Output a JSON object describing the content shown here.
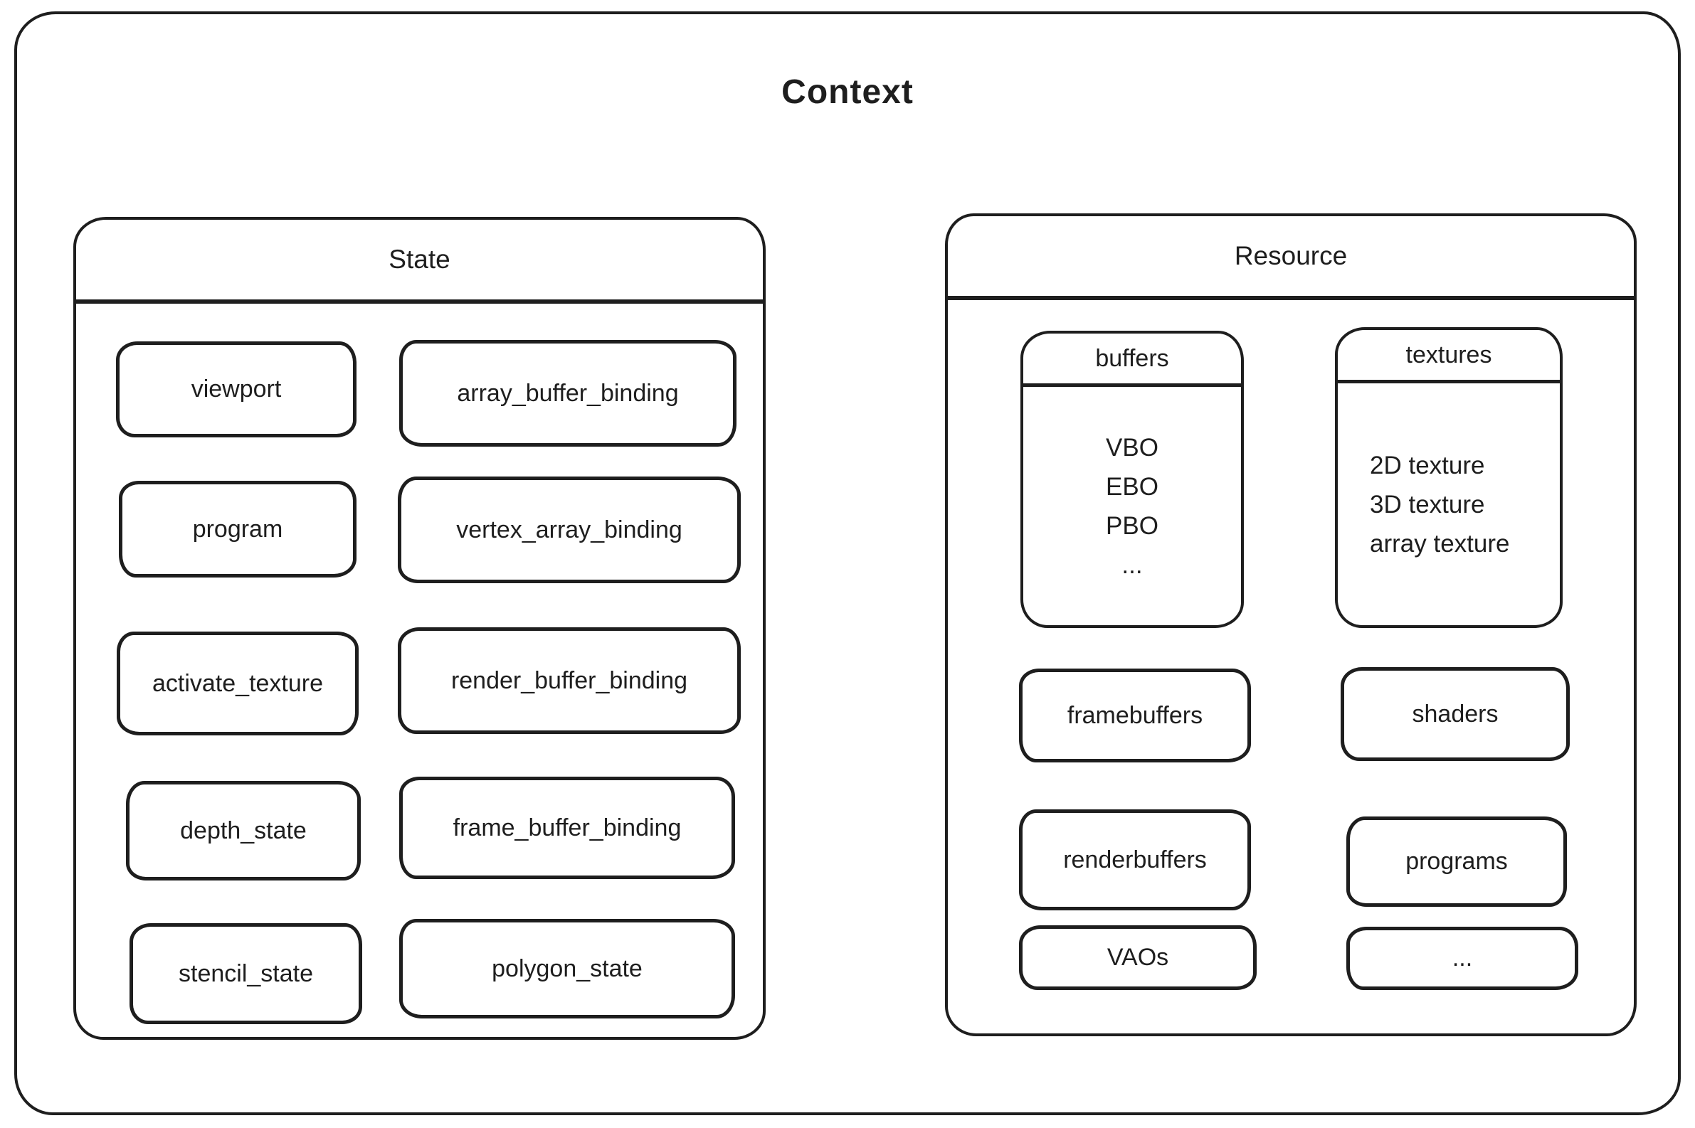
{
  "title": "Context",
  "state": {
    "title": "State",
    "left": [
      "viewport",
      "program",
      "activate_texture",
      "depth_state",
      "stencil_state"
    ],
    "right": [
      "array_buffer_binding",
      "vertex_array_binding",
      "render_buffer_binding",
      "frame_buffer_binding",
      "polygon_state"
    ]
  },
  "resource": {
    "title": "Resource",
    "buffers": {
      "title": "buffers",
      "items": [
        "VBO",
        "EBO",
        "PBO",
        "..."
      ]
    },
    "textures": {
      "title": "textures",
      "items": [
        "2D texture",
        "3D texture",
        "array texture"
      ]
    },
    "framebuffers": "framebuffers",
    "shaders": "shaders",
    "renderbuffers": "renderbuffers",
    "programs": "programs",
    "vaos": "VAOs",
    "more": "..."
  },
  "colors": {
    "stroke": "#1e1e1e",
    "background": "#ffffff"
  }
}
